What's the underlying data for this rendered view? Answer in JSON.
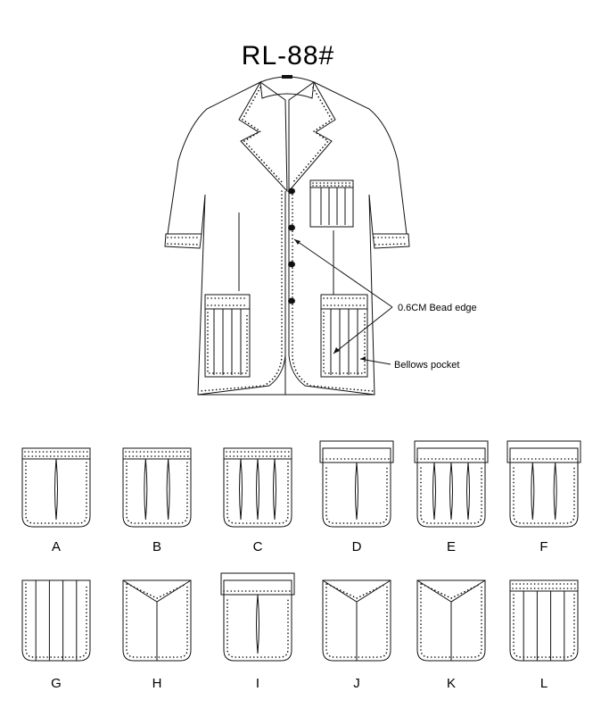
{
  "title": "RL-88#",
  "annotations": {
    "bead_edge": "0.6CM Bead edge",
    "bellows_pocket": "Bellows pocket"
  },
  "pocket_styles": [
    {
      "label": "A",
      "flap": "band",
      "pleats": 1
    },
    {
      "label": "B",
      "flap": "band",
      "pleats": 2
    },
    {
      "label": "C",
      "flap": "band",
      "pleats": 3
    },
    {
      "label": "D",
      "flap": "flap",
      "pleats": 1
    },
    {
      "label": "E",
      "flap": "flap",
      "pleats": 3
    },
    {
      "label": "F",
      "flap": "flap",
      "pleats": 2
    },
    {
      "label": "G",
      "flap": "none",
      "pleats": 4
    },
    {
      "label": "H",
      "flap": "v",
      "pleats": 1
    },
    {
      "label": "I",
      "flap": "flap",
      "pleats": 1
    },
    {
      "label": "J",
      "flap": "v",
      "pleats": 1
    },
    {
      "label": "K",
      "flap": "v",
      "pleats": 1
    },
    {
      "label": "L",
      "flap": "band",
      "pleats": 4
    }
  ]
}
